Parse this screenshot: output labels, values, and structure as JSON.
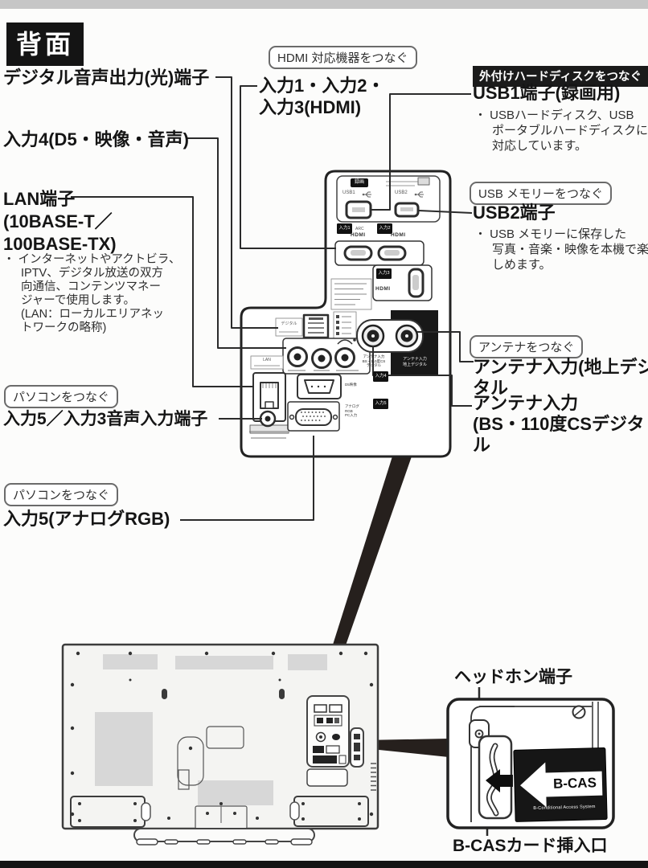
{
  "page": {
    "badge": "背面"
  },
  "callouts": {
    "hdmi_devices": "HDMI 対応機器をつなぐ",
    "external_hdd": "外付けハードディスクをつなぐ",
    "usb_memory": "USB メモリーをつなぐ",
    "antenna": "アンテナをつなぐ",
    "pc_1": "パソコンをつなぐ",
    "pc_2": "パソコンをつなぐ"
  },
  "labels": {
    "digital_audio_out": "デジタル音声出力(光)端子",
    "hdmi_inputs": "入力1・入力2・\n入力3(HDMI)",
    "input4": "入力4(D5・映像・音声)",
    "usb1": "USB1端子(録画用)",
    "usb1_note": "・ USBハードディスク、USB\nポータブルハードディスクに\n対応しています。",
    "usb2": "USB2端子",
    "usb2_note": "・ USB メモリーに保存した\n写真・音楽・映像を本機で楽\nしめます。",
    "lan": "LAN端子\n(10BASE-T／\n100BASE-TX)",
    "lan_note": "・ インターネットやアクトビラ、\nIPTV、デジタル放送の双方\n向通信、コンテンツマネー\nジャーで使用します。\n(LAN：ローカルエリアネッ\nトワークの略称)",
    "audio_in_5_3": "入力5／入力3音声入力端子",
    "input5_rgb": "入力5(アナログRGB)",
    "antenna_terrestrial": "アンテナ入力(地上デジタル",
    "antenna_bs_cs": "アンテナ入力\n(BS・110度CSデジタル",
    "headphone": "ヘッドホン端子",
    "bcas_slot": "B-CASカード挿入口"
  },
  "panel": {
    "rec_badge": "録画",
    "usb1_port": "USB1",
    "usb2_port": "USB2",
    "arc": "ARC",
    "hdmi_1": "HDMI",
    "hdmi_2": "HDMI",
    "hdmi_3": "HDMI",
    "in1": "入力1",
    "in2": "入力2",
    "in3": "入力3",
    "in4": "入力4",
    "in5": "入力5",
    "digital": "デジタル",
    "lan_port": "LAN",
    "ant_terrestrial": "アンテナ入力\n地上デジタル",
    "ant_bs": "アンテナ入力\nBS・110度CS\nデジタル",
    "d_video": "D5映像",
    "analog_rgb": "アナログ\nRGB\nPC入力"
  },
  "bcas": {
    "card": "B-CAS",
    "card_sub": "B-Conditional Access System"
  }
}
